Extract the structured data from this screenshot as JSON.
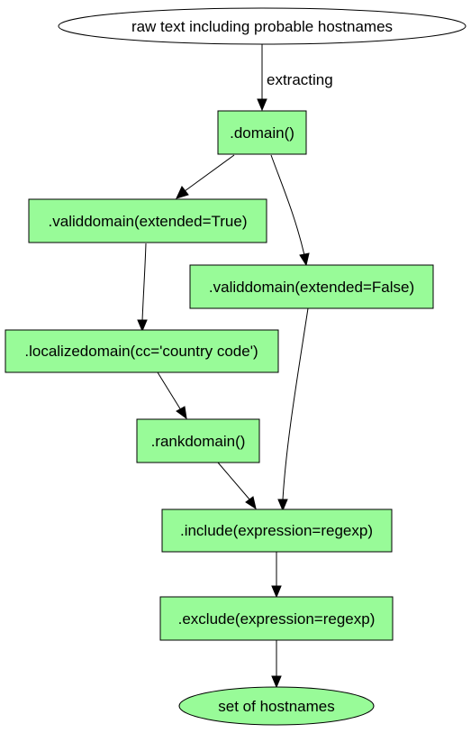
{
  "colors": {
    "node_fill": "#98fb98",
    "start_fill": "#ffffff",
    "stroke": "#000000",
    "text": "#000000"
  },
  "nodes": {
    "raw_text": {
      "label": "raw text including probable hostnames",
      "shape": "ellipse"
    },
    "domain": {
      "label": ".domain()",
      "shape": "box"
    },
    "validdomain_true": {
      "label": ".validdomain(extended=True)",
      "shape": "box"
    },
    "validdomain_false": {
      "label": ".validdomain(extended=False)",
      "shape": "box"
    },
    "localizeddomain": {
      "label": ".localizedomain(cc='country code')",
      "shape": "box"
    },
    "rankdomain": {
      "label": ".rankdomain()",
      "shape": "box"
    },
    "include": {
      "label": ".include(expression=regexp)",
      "shape": "box"
    },
    "exclude": {
      "label": ".exclude(expression=regexp)",
      "shape": "box"
    },
    "hostnames": {
      "label": "set of hostnames",
      "shape": "ellipse"
    }
  },
  "edges": [
    {
      "from": "raw_text",
      "to": "domain",
      "label": "extracting"
    },
    {
      "from": "domain",
      "to": "validdomain_true",
      "label": ""
    },
    {
      "from": "domain",
      "to": "validdomain_false",
      "label": ""
    },
    {
      "from": "validdomain_true",
      "to": "localizeddomain",
      "label": ""
    },
    {
      "from": "localizeddomain",
      "to": "rankdomain",
      "label": ""
    },
    {
      "from": "rankdomain",
      "to": "include",
      "label": ""
    },
    {
      "from": "validdomain_false",
      "to": "include",
      "label": ""
    },
    {
      "from": "include",
      "to": "exclude",
      "label": ""
    },
    {
      "from": "exclude",
      "to": "hostnames",
      "label": ""
    }
  ]
}
